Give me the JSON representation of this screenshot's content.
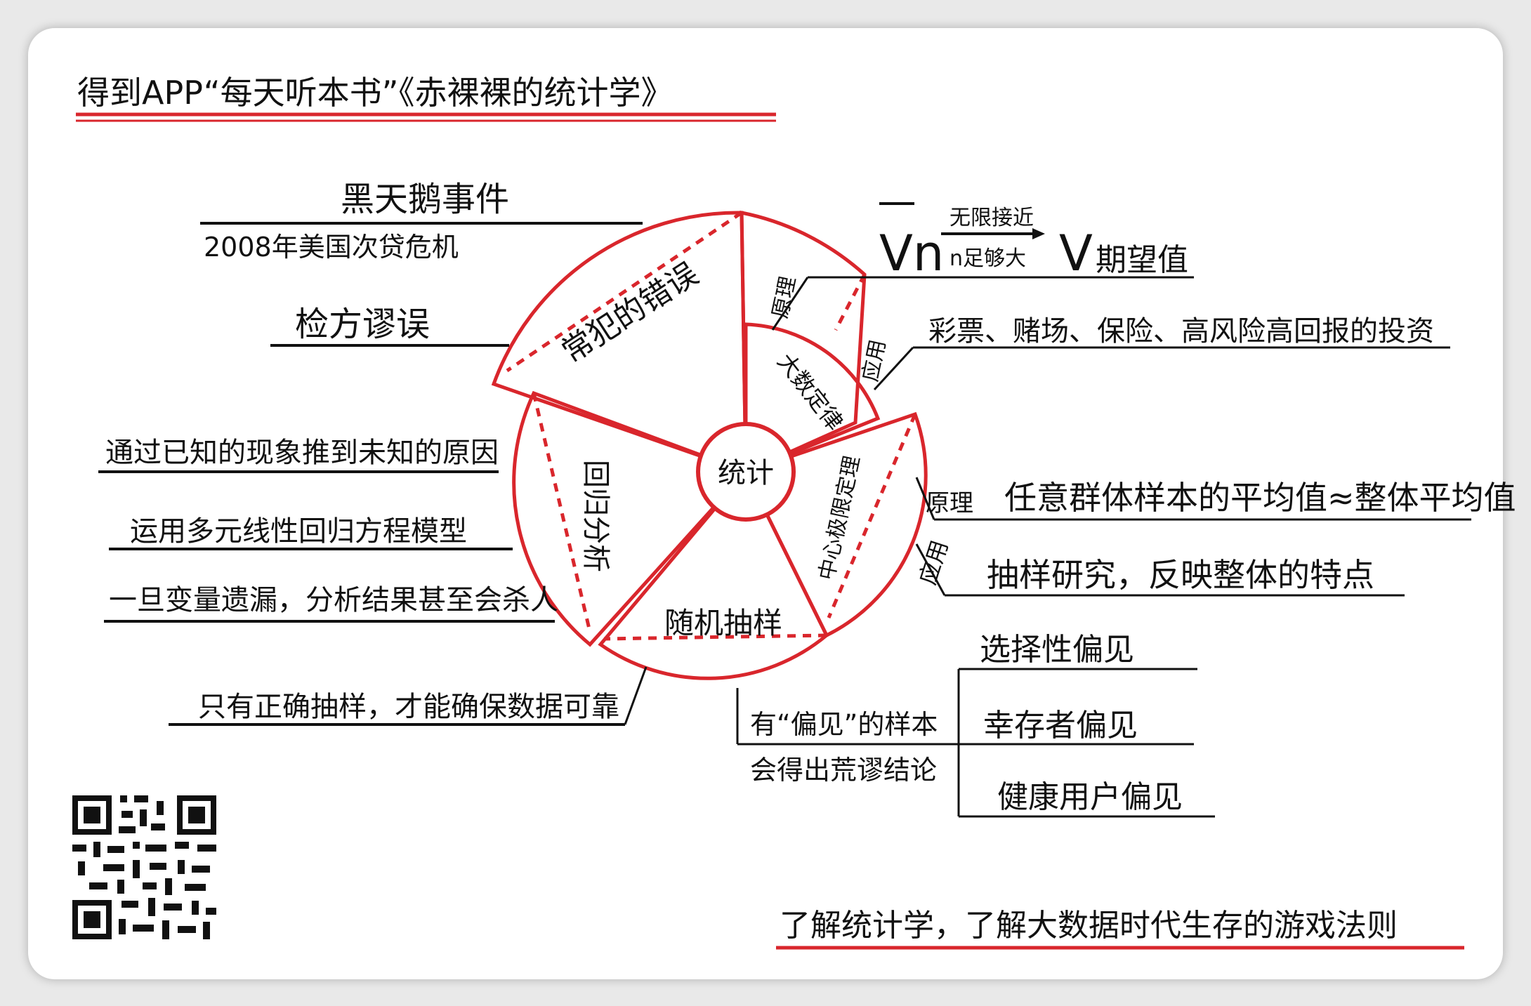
{
  "header": {
    "title": "得到APP“每天听本书”《赤裸裸的统计学》"
  },
  "center": {
    "label": "统计"
  },
  "segments": {
    "common_errors": "常犯的错误",
    "law_large_numbers": "大数定律",
    "central_limit": "中心极限定理",
    "random_sampling": "随机抽样",
    "regression": "回归分析"
  },
  "common_errors": {
    "item1": "黑天鹅事件",
    "item1_sub": "2008年美国次贷危机",
    "item2": "检方谬误"
  },
  "law_large_numbers": {
    "principle_tag": "原理",
    "formula_left": "Vn",
    "formula_arrow_top": "无限接近",
    "formula_arrow_bottom": "n足够大",
    "formula_right": "V",
    "formula_right_label": "期望值",
    "application_tag": "应用",
    "application_text": "彩票、赌场、保险、高风险高回报的投资"
  },
  "central_limit": {
    "principle_tag": "原理",
    "principle_text": "任意群体样本的平均值≈整体平均值",
    "application_tag": "应用",
    "application_text": "抽样研究，反映整体的特点"
  },
  "regression": {
    "item1": "通过已知的现象推到未知的原因",
    "item2": "运用多元线性回归方程模型",
    "item3": "一旦变量遗漏，分析结果甚至会杀人"
  },
  "random_sampling": {
    "item1": "只有正确抽样，才能确保数据可靠",
    "biased_line1": "有“偏见”的样本",
    "biased_line2": "会得出荒谬结论",
    "bias1": "选择性偏见",
    "bias2": "幸存者偏见",
    "bias3": "健康用户偏见"
  },
  "footer": {
    "tagline": "了解统计学，了解大数据时代生存的游戏法则"
  },
  "colors": {
    "accent": "#d9262c",
    "ink": "#111111",
    "paper": "#ffffff",
    "backdrop": "#e9e9e9"
  },
  "icons": {
    "qr": "qr-code-icon"
  }
}
